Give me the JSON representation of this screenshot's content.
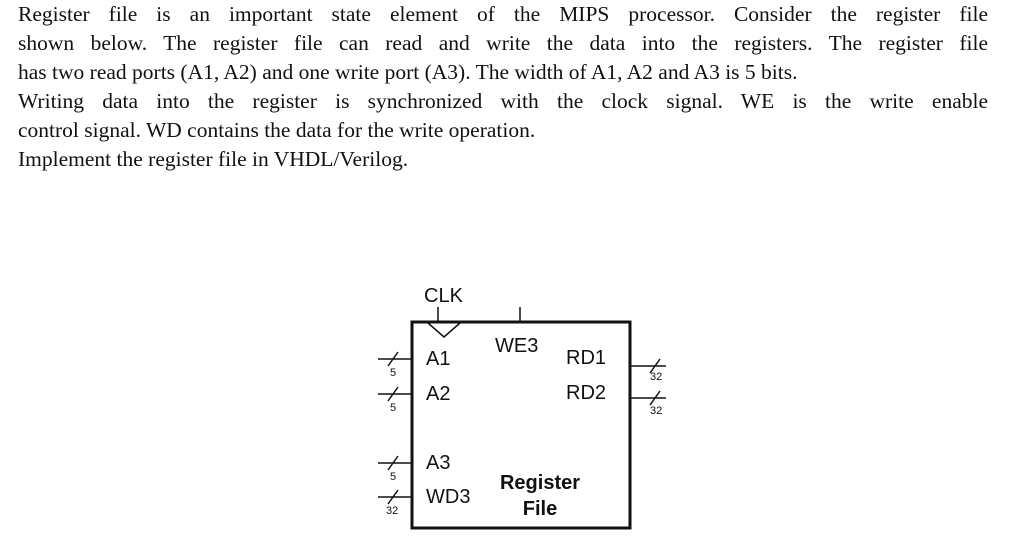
{
  "question": {
    "lines": [
      "Register file is an important state element of the MIPS processor. Consider the register file",
      "shown below. The register file can read and write the data into the registers. The register file",
      "has two read ports (A1, A2) and one write port (A3). The width of A1, A2 and A3 is 5 bits.",
      "Writing data into the register is synchronized with the clock signal. WE is the write enable",
      "control signal. WD contains the data for the write operation."
    ],
    "task": "Implement the register file in VHDL/Verilog."
  },
  "diagram": {
    "clock_label": "CLK",
    "we_label": "WE3",
    "inputs": {
      "a1": {
        "label": "A1",
        "width": "5"
      },
      "a2": {
        "label": "A2",
        "width": "5"
      },
      "a3": {
        "label": "A3",
        "width": "5"
      },
      "wd3": {
        "label": "WD3",
        "width": "32"
      }
    },
    "outputs": {
      "rd1": {
        "label": "RD1",
        "width": "32"
      },
      "rd2": {
        "label": "RD2",
        "width": "32"
      }
    },
    "block_title_line1": "Register",
    "block_title_line2": "File"
  }
}
